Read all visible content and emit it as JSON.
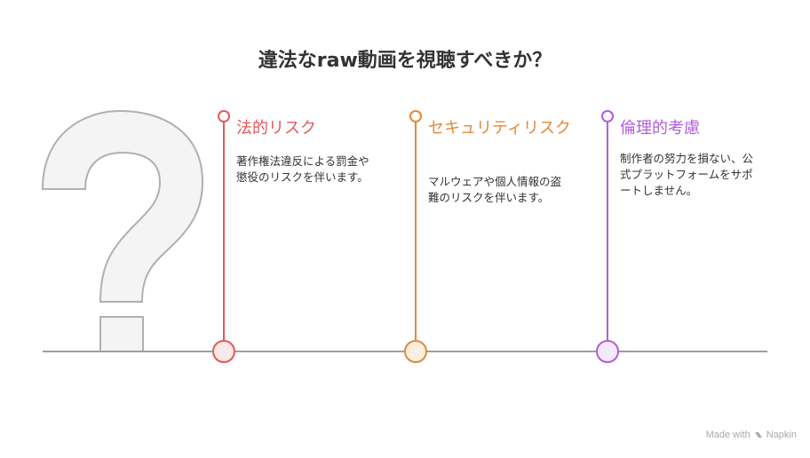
{
  "title": "違法なraw動画を視聴すべきか？",
  "risks": [
    {
      "title": "法的リスク",
      "description": "著作権法違反による罰金や懲役のリスクを伴います。",
      "color": "#e05a5a",
      "fill": "#fbe8e8"
    },
    {
      "title": "セキュリティリスク",
      "description": "マルウェアや個人情報の盗難のリスクを伴います。",
      "color": "#e08a3c",
      "fill": "#fcefe2"
    },
    {
      "title": "倫理的考慮",
      "description": "制作者の努力を損ない、公式プラットフォームをサポートしません。",
      "color": "#b25ce0",
      "fill": "#f6e9fc"
    }
  ],
  "footer": {
    "made_with": "Made with",
    "brand": "Napkin"
  }
}
